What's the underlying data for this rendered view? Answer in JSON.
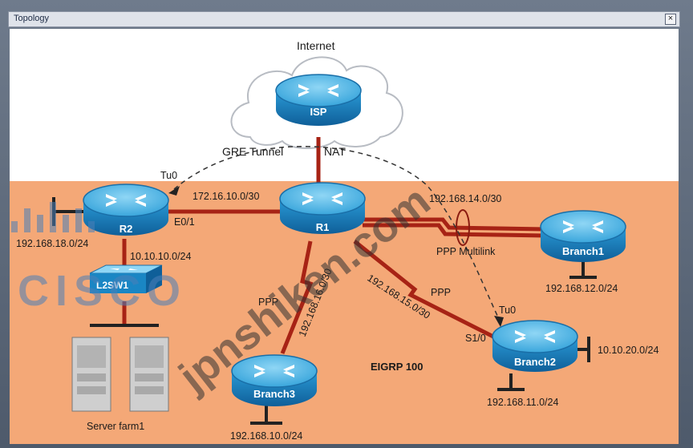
{
  "window": {
    "title": "Topology",
    "close_icon": "close-icon"
  },
  "devices": {
    "isp": "ISP",
    "r1": "R1",
    "r2": "R2",
    "branch1": "Branch1",
    "branch2": "Branch2",
    "branch3": "Branch3",
    "switch": "L2SW1"
  },
  "labels": {
    "internet": "Internet",
    "gre_tunnel": "GRE Tunnel",
    "nat": "NAT",
    "tu0_r2": "Tu0",
    "tu0_branch2": "Tu0",
    "e0_1": "E0/1",
    "s1_0": "S1/0",
    "net_r1_r2": "172.16.10.0/30",
    "net_r1_b1": "192.168.14.0/30",
    "ppp_multilink": "PPP Multilink",
    "net_r2_lan": "192.168.18.0/24",
    "net_r2_sw": "10.10.10.0/24",
    "net_b1_lan": "192.168.12.0/24",
    "net_r1_b3": "192.168.16.0/30",
    "ppp_b3": "PPP",
    "net_r1_b2": "192.168.15.0/30",
    "ppp_b2": "PPP",
    "eigrp": "EIGRP 100",
    "net_b2_lan_right": "10.10.20.0/24",
    "net_b2_lan_bottom": "192.168.11.0/24",
    "net_b3_lan": "192.168.10.0/24",
    "server_farm": "Server farm1"
  },
  "watermarks": {
    "cisco": "CISCO",
    "site": "jpnshiken.com"
  },
  "colors": {
    "internet_area": "#ffffff",
    "internal_area": "#f4a877",
    "link": "#a72315",
    "router_body": "#1a86c4",
    "router_top": "#5bbde8"
  }
}
